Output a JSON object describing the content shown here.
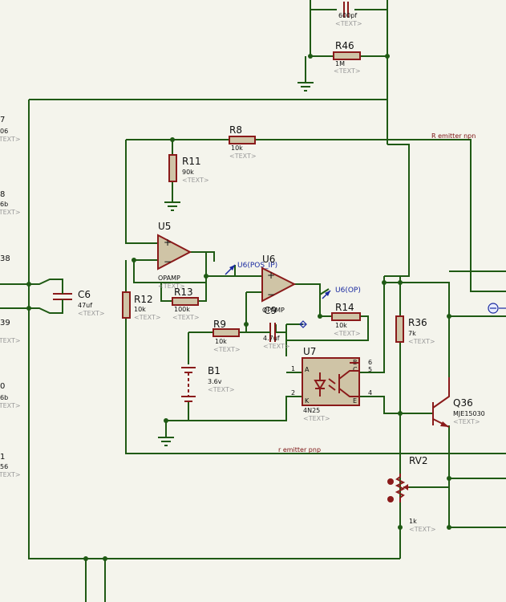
{
  "colors": {
    "wire": "#1f5a14",
    "component": "#8a1a1a",
    "fill": "#cfc4a6",
    "background": "#f4f4ec",
    "probe": "#1a2aa0"
  },
  "placeholder": "<TEXT>",
  "components": {
    "c_top": {
      "value": "600pf"
    },
    "r46": {
      "ref": "R46",
      "value": "1M"
    },
    "r8": {
      "ref": "R8",
      "value": "10k"
    },
    "r11": {
      "ref": "R11",
      "value": "90k"
    },
    "u5": {
      "ref": "U5",
      "type": "OPAMP"
    },
    "u6": {
      "ref": "U6",
      "type": "OPAMP"
    },
    "r12": {
      "ref": "R12",
      "value": "10k"
    },
    "r13": {
      "ref": "R13",
      "value": "100k"
    },
    "c6": {
      "ref": "C6",
      "value": "47uf"
    },
    "r9": {
      "ref": "R9",
      "value": "10k"
    },
    "c9": {
      "ref": "C9",
      "value": "4.7uf"
    },
    "r14": {
      "ref": "R14",
      "value": "10k"
    },
    "r36": {
      "ref": "R36",
      "value": "7k"
    },
    "u7": {
      "ref": "U7",
      "part": "4N25",
      "pins": {
        "p1": "1",
        "p2": "2",
        "p4": "4",
        "p5": "5",
        "p6": "6",
        "a": "A",
        "k": "K",
        "b": "B",
        "c": "C",
        "e": "E"
      }
    },
    "b1": {
      "ref": "B1",
      "value": "3.6v"
    },
    "q36": {
      "ref": "Q36",
      "part": "MJE15030"
    },
    "rv2": {
      "ref": "RV2",
      "value": "1k"
    }
  },
  "nets": {
    "r_emitter_npn": "R emitter npn",
    "r_emitter_pnp": "r emitter pnp"
  },
  "probes": {
    "u6_pos_ip": "U6(POS_IP)",
    "u6_op": "U6(OP)"
  },
  "left_edge": [
    {
      "ref": "7",
      "value": "06"
    },
    {
      "ref": "8",
      "value": "6b"
    },
    {
      "ref": "38",
      "value": ""
    },
    {
      "ref": "39",
      "value": ""
    },
    {
      "ref": "0",
      "value": "6b"
    },
    {
      "ref": "1",
      "value": "56"
    }
  ]
}
